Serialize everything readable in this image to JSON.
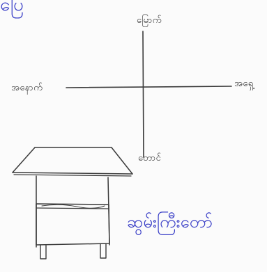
{
  "sketch": {
    "top_left_text": "ပြေ",
    "compass": {
      "north": "မြောက်",
      "west": "အနောက်",
      "east": "အရှေ့",
      "south": "တောင်"
    },
    "caption": "ဆွမ်းကြီးတော်",
    "colors": {
      "pencil": "#3a3a3a",
      "ink": "#3a3fc7"
    }
  }
}
